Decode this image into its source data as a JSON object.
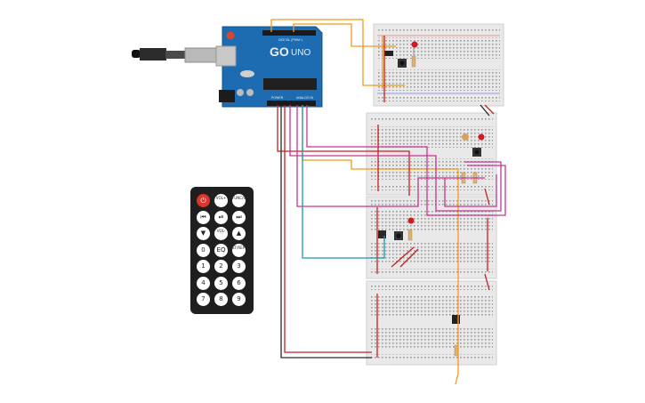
{
  "arduino": {
    "brand": "UNO",
    "label_digital": "DIGITAL (PWM~)",
    "label_analog": "ANALOG IN",
    "label_power": "POWER"
  },
  "remote": {
    "buttons": [
      {
        "id": "power",
        "label": "⏻"
      },
      {
        "id": "vol_up",
        "label": "VOL+"
      },
      {
        "id": "func_stop",
        "label": "FUNC/STOP"
      },
      {
        "id": "prev",
        "label": "⏮"
      },
      {
        "id": "play_pause",
        "label": "⏯"
      },
      {
        "id": "next",
        "label": "⏭"
      },
      {
        "id": "down",
        "label": "▼"
      },
      {
        "id": "vol_down",
        "label": "VOL-"
      },
      {
        "id": "up",
        "label": "▲"
      },
      {
        "id": "zero",
        "label": "0"
      },
      {
        "id": "eq",
        "label": "EQ"
      },
      {
        "id": "st_rept",
        "label": "ST/REPT"
      },
      {
        "id": "one",
        "label": "1"
      },
      {
        "id": "two",
        "label": "2"
      },
      {
        "id": "three",
        "label": "3"
      },
      {
        "id": "four",
        "label": "4"
      },
      {
        "id": "five",
        "label": "5"
      },
      {
        "id": "six",
        "label": "6"
      },
      {
        "id": "seven",
        "label": "7"
      },
      {
        "id": "eight",
        "label": "8"
      },
      {
        "id": "nine",
        "label": "9"
      }
    ]
  },
  "colors": {
    "board_blue": "#1d6bb0",
    "breadboard": "#e9e9e9",
    "wire_orange": "#f09a1e",
    "wire_red": "#c81e1e",
    "wire_magenta": "#c6358f",
    "wire_teal": "#1a9aa8",
    "wire_dark": "#2a2a2a",
    "led_red": "#d4191f"
  }
}
